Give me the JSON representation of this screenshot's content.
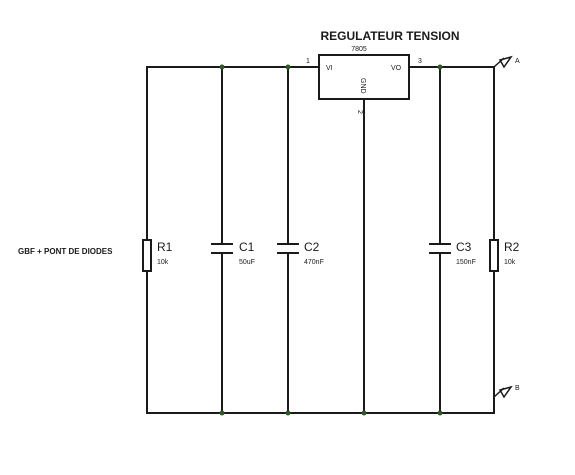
{
  "title": "REGULATEUR TENSION",
  "regulator": {
    "part": "7805",
    "pin_in": "VI",
    "pin_out": "VO",
    "pin_gnd": "GND",
    "pin1": "1",
    "pin2": "2",
    "pin3": "3"
  },
  "source_label": "GBF + PONT DE DIODES",
  "components": {
    "r1": {
      "name": "R1",
      "value": "10k"
    },
    "c1": {
      "name": "C1",
      "value": "50uF"
    },
    "c2": {
      "name": "C2",
      "value": "470nF"
    },
    "c3": {
      "name": "C3",
      "value": "150nF"
    },
    "r2": {
      "name": "R2",
      "value": "10k"
    }
  },
  "terminals": {
    "a": "A",
    "b": "B"
  },
  "colors": {
    "wire": "#1a1a1a",
    "junction": "#2e5a24",
    "background": "#ffffff"
  }
}
